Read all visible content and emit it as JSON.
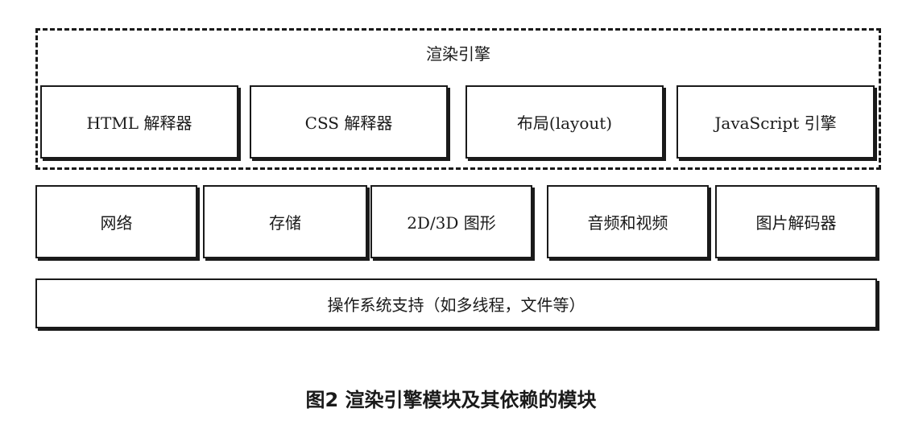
{
  "diagram": {
    "engine": {
      "title": "渲染引擎",
      "modules": [
        "HTML 解释器",
        "CSS 解释器",
        "布局(layout)",
        "JavaScript 引擎"
      ]
    },
    "dependencies": [
      "网络",
      "存储",
      "2D/3D 图形",
      "音频和视频",
      "图片解码器"
    ],
    "os_support": "操作系统支持（如多线程，文件等）"
  },
  "caption": "图2 渲染引擎模块及其依赖的模块"
}
